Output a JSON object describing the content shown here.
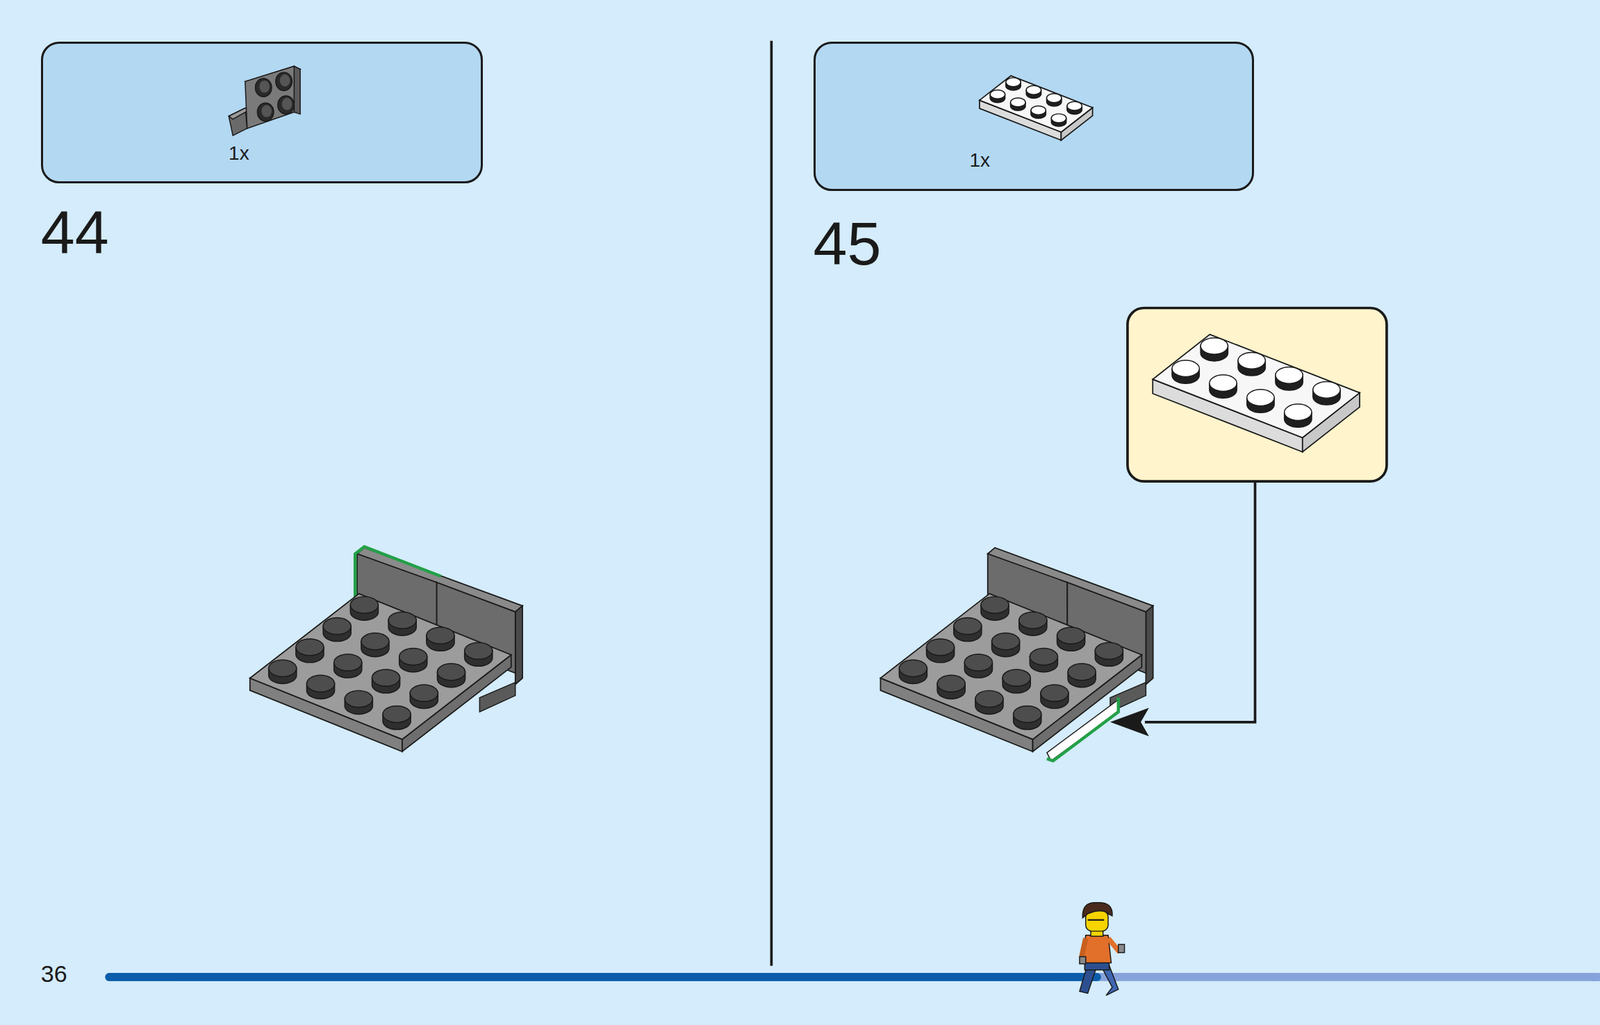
{
  "diagram": {
    "nodes": [
      {
        "text": [
          "1x"
        ]
      },
      {
        "text": [
          "1x"
        ]
      }
    ],
    "labels": [
      "44",
      "45",
      "36"
    ]
  }
}
